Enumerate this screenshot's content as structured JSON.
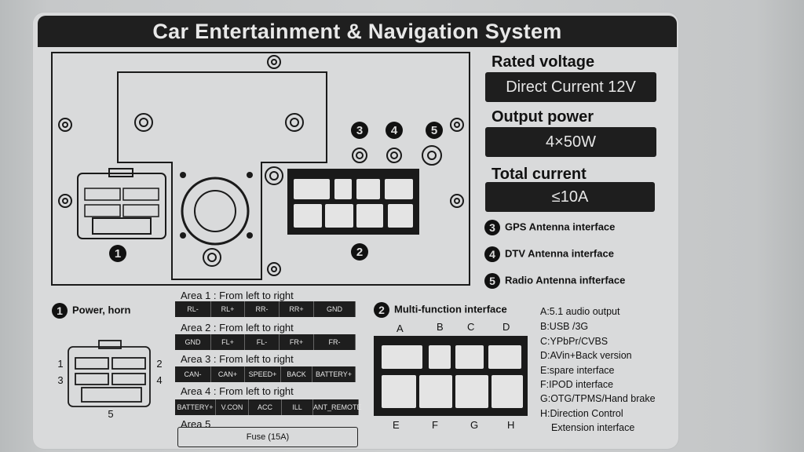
{
  "title": "Car Entertainment & Navigation System",
  "specs": {
    "rated_voltage_label": "Rated voltage",
    "rated_voltage_value": "Direct Current 12V",
    "output_power_label": "Output power",
    "output_power_value": "4×50W",
    "total_current_label": "Total current",
    "total_current_value": "≤10A"
  },
  "antennas": [
    {
      "num": "3",
      "label": "GPS Antenna interface"
    },
    {
      "num": "4",
      "label": "DTV Antenna interface"
    },
    {
      "num": "5",
      "label": "Radio Antenna infterface"
    }
  ],
  "diagram_markers": {
    "m1": "1",
    "m2": "2",
    "m3": "3",
    "m4": "4",
    "m5": "5"
  },
  "power": {
    "num": "1",
    "label": "Power, horn",
    "pins": {
      "p1": "1",
      "p2": "2",
      "p3": "3",
      "p4": "4",
      "p5": "5"
    }
  },
  "areas": [
    {
      "title": "Area 1 : From left to right",
      "pins": [
        "RL-",
        "RL+",
        "RR-",
        "RR+",
        "GND"
      ]
    },
    {
      "title": "Area 2 : From left to right",
      "pins": [
        "GND",
        "FL+",
        "FL-",
        "FR+",
        "FR-"
      ]
    },
    {
      "title": "Area 3 : From left to right",
      "pins": [
        "CAN-",
        "CAN+",
        "SPEED+",
        "BACK",
        "BATTERY+"
      ]
    },
    {
      "title": "Area 4 : From left to right",
      "pins": [
        "BATTERY+",
        "V.CON",
        "ACC",
        "ILL",
        "ANT_REMOTE"
      ]
    },
    {
      "title": "Area 5",
      "pins": [
        "Fuse (15A)"
      ]
    }
  ],
  "multifunction": {
    "num": "2",
    "label": "Multi-function interface",
    "top_letters": [
      "A",
      "B",
      "C",
      "D"
    ],
    "bottom_letters": [
      "E",
      "F",
      "G",
      "H"
    ]
  },
  "legend": [
    "A:5.1 audio output",
    "B:USB /3G",
    "C:YPbPr/CVBS",
    "D:AVin+Back version",
    "E:spare interface",
    "F:IPOD interface",
    "G:OTG/TPMS/Hand brake",
    "H:Direction Control",
    "Extension interface"
  ]
}
